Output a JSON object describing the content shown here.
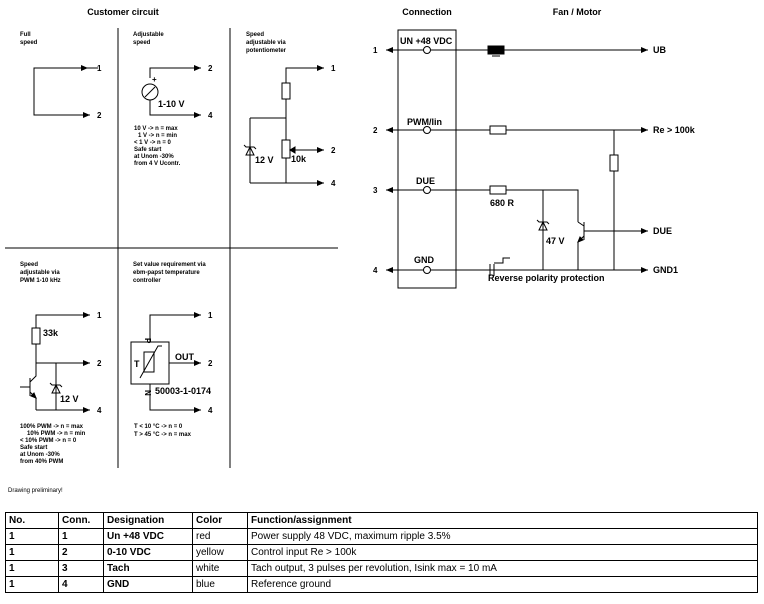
{
  "headers": {
    "customer_circuit": "Customer circuit",
    "connection": "Connection",
    "fan_motor": "Fan / Motor"
  },
  "panels": {
    "full_speed": {
      "title_line1": "Full",
      "title_line2": "speed"
    },
    "adjustable_speed": {
      "title_line1": "Adjustable",
      "title_line2": "speed",
      "source_label": "1-10 V",
      "plus_sign": "+",
      "notes": [
        "10 V -> n = max",
        "1 V -> n = min",
        "< 1 V -> n = 0",
        "Safe start",
        "at Unom -30%",
        "from 4 V Ucontr."
      ]
    },
    "potentiometer": {
      "title_line1": "Speed",
      "title_line2": "adjustable via",
      "title_line3": "potentiometer",
      "zener_label": "12 V",
      "pot_label": "10k"
    },
    "pwm": {
      "title_line1": "Speed",
      "title_line2": "adjustable via",
      "title_line3": "PWM 1-10 kHz",
      "resistor_label": "33k",
      "zener_label": "12 V",
      "notes": [
        "100% PWM -> n = max",
        "10% PWM -> n = min",
        "< 10% PWM -> n = 0",
        "Safe start",
        "at Unom -30%",
        "from 40% PWM"
      ]
    },
    "temperature": {
      "title_line1": "Set value requirement via",
      "title_line2": "ebm-papst temperature",
      "title_line3": "controller",
      "block_label": "T",
      "out_label": "OUT",
      "p_label": "P",
      "n_label": "N",
      "part_number": "50003-1-0174",
      "notes": [
        "T < 10 °C -> n = 0",
        "T > 45 °C -> n = max"
      ]
    }
  },
  "terminals": {
    "t1": "1",
    "t2": "2",
    "t3": "3",
    "t4": "4"
  },
  "connection": {
    "un": "UN +48 VDC",
    "pwm": "PWM/lin",
    "due": "DUE",
    "gnd": "GND"
  },
  "motor": {
    "ub": "UB",
    "re": "Re > 100k",
    "due": "DUE",
    "gnd1": "GND1",
    "r680": "680 R",
    "z47": "47 V",
    "reverse": "Reverse polarity protection"
  },
  "footer_note": "Drawing preliminary!",
  "table": {
    "headers": [
      "No.",
      "Conn.",
      "Designation",
      "Color",
      "Function/assignment"
    ],
    "rows": [
      [
        "1",
        "1",
        "Un +48 VDC",
        "red",
        "Power supply 48 VDC, maximum ripple 3.5%"
      ],
      [
        "1",
        "2",
        "0-10 VDC",
        "yellow",
        "Control input Re > 100k"
      ],
      [
        "1",
        "3",
        "Tach",
        "white",
        "Tach output, 3 pulses per revolution, Isink max = 10 mA"
      ],
      [
        "1",
        "4",
        "GND",
        "blue",
        "Reference ground"
      ]
    ]
  }
}
